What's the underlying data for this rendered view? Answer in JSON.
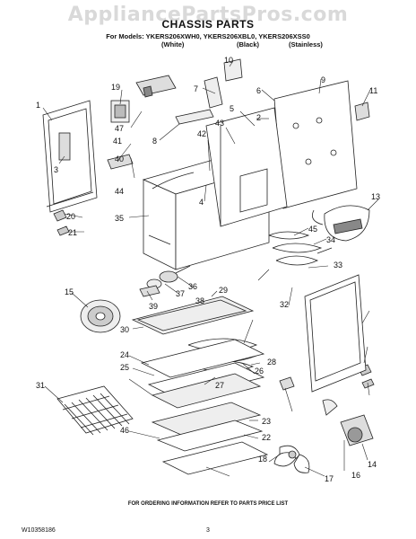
{
  "watermark": "AppliancePartsPros.com",
  "header": {
    "title": "CHASSIS PARTS",
    "models": "For Models: YKERS206XWH0, YKERS206XBL0, YKERS206XSS0",
    "variants": [
      "(White)",
      "(Black)",
      "(Stainless)"
    ]
  },
  "callouts": [
    "1",
    "3",
    "19",
    "47",
    "8",
    "7",
    "10",
    "6",
    "9",
    "11",
    "2",
    "5",
    "41",
    "40",
    "42",
    "43",
    "4",
    "34",
    "44",
    "35",
    "20",
    "21",
    "13",
    "45",
    "33",
    "15",
    "36",
    "37",
    "38",
    "39",
    "29",
    "30",
    "24",
    "25",
    "26",
    "27",
    "28",
    "31",
    "46",
    "23",
    "22",
    "32",
    "18",
    "17",
    "16",
    "14"
  ],
  "footer": {
    "note": "FOR ORDERING INFORMATION REFER TO PARTS PRICE LIST",
    "doc_number": "W10358186",
    "page": "3"
  }
}
